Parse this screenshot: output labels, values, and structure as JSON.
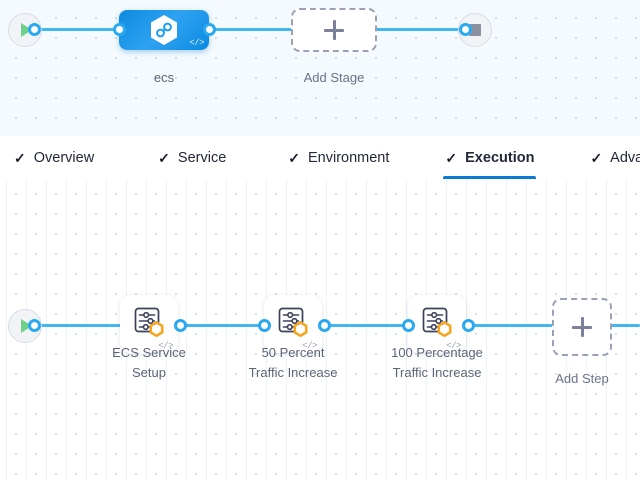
{
  "stage_graph": {
    "start_node": {
      "name": "start",
      "icon": "play-icon"
    },
    "end_node": {
      "name": "end",
      "icon": "stop-icon"
    },
    "stage": {
      "label": "ecs",
      "icon": "harness-hexagon-icon",
      "code_badge": "</>",
      "color": "#0b8ae0"
    },
    "add_stage": {
      "label": "Add Stage",
      "icon": "plus-icon"
    }
  },
  "tabs": {
    "items": [
      {
        "label": "Overview",
        "check": "✓",
        "active": false
      },
      {
        "label": "Service",
        "check": "✓",
        "active": false
      },
      {
        "label": "Environment",
        "check": "✓",
        "active": false
      },
      {
        "label": "Execution",
        "check": "✓",
        "active": true
      },
      {
        "label": "Advance",
        "check": "✓",
        "active": false
      }
    ],
    "active_color": "#0b7ad6"
  },
  "step_graph": {
    "start_node": {
      "name": "start",
      "icon": "play-icon"
    },
    "steps": [
      {
        "label": "ECS Service\nSetup",
        "icon": "step-settings-icon",
        "badge": "hexagon-badge",
        "code_badge": "</>"
      },
      {
        "label": "50 Percent\nTraffic Increase",
        "icon": "step-settings-icon",
        "badge": "hexagon-badge",
        "code_badge": "</>"
      },
      {
        "label": "100 Percentage\nTraffic Increase",
        "icon": "step-settings-icon",
        "badge": "hexagon-badge",
        "code_badge": "</>"
      }
    ],
    "add_step": {
      "label": "Add Step",
      "icon": "plus-icon"
    },
    "edge_color": "#43b7f0",
    "badge_color": "#f5a623"
  }
}
